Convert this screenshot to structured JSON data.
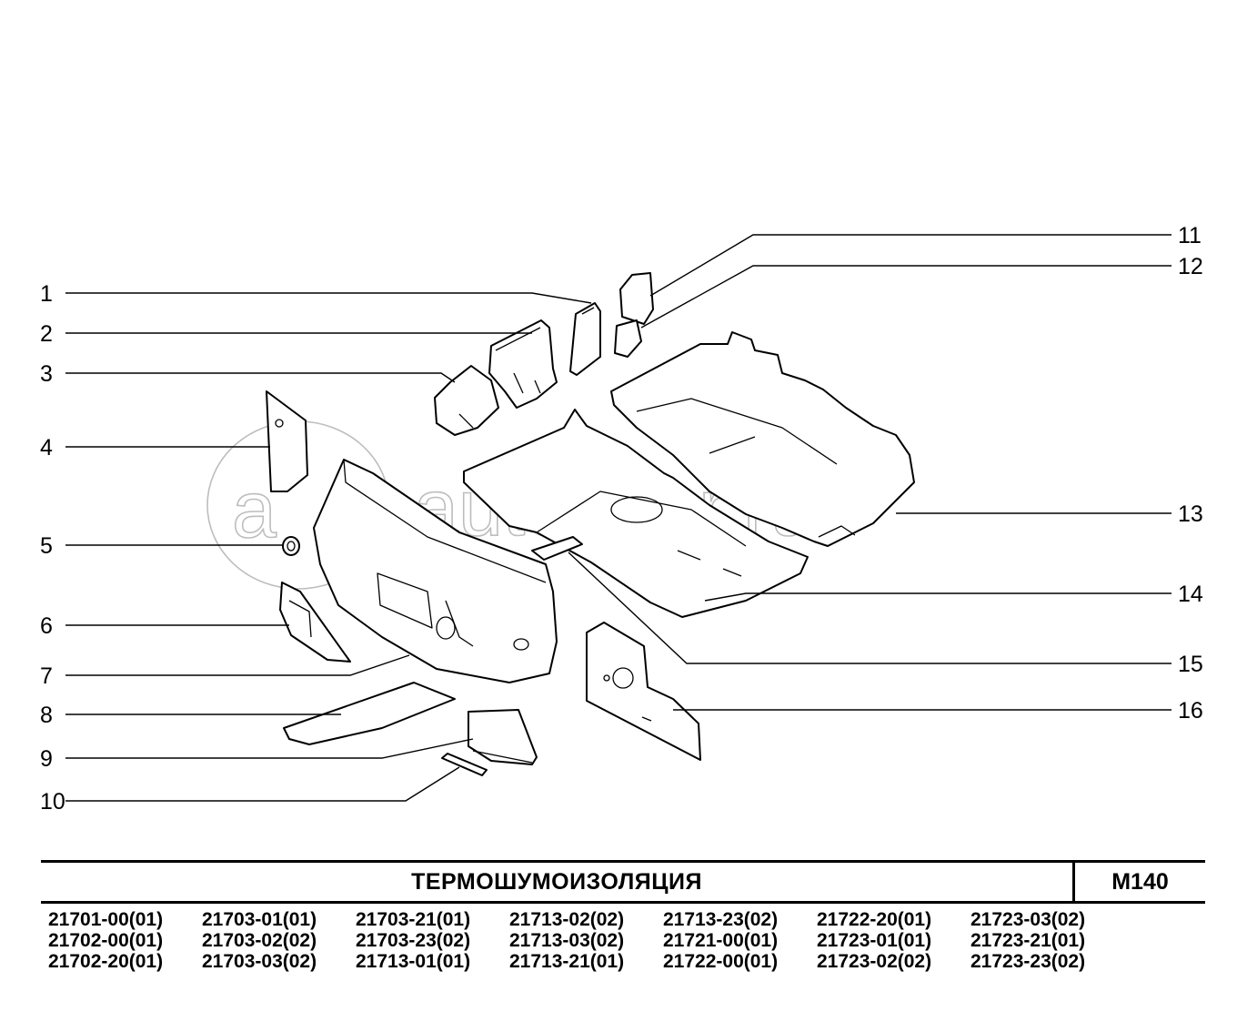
{
  "watermark": {
    "text": "autopiter.ru",
    "logo_letter": "a"
  },
  "callouts": [
    {
      "num": "1",
      "side": "left"
    },
    {
      "num": "2",
      "side": "left"
    },
    {
      "num": "3",
      "side": "left"
    },
    {
      "num": "4",
      "side": "left"
    },
    {
      "num": "5",
      "side": "left"
    },
    {
      "num": "6",
      "side": "left"
    },
    {
      "num": "7",
      "side": "left"
    },
    {
      "num": "8",
      "side": "left"
    },
    {
      "num": "9",
      "side": "left"
    },
    {
      "num": "10",
      "side": "left"
    },
    {
      "num": "11",
      "side": "right"
    },
    {
      "num": "12",
      "side": "right"
    },
    {
      "num": "13",
      "side": "right"
    },
    {
      "num": "14",
      "side": "right"
    },
    {
      "num": "15",
      "side": "right"
    },
    {
      "num": "16",
      "side": "right"
    }
  ],
  "title_block": {
    "title": "ТЕРМОШУМОИЗОЛЯЦИЯ",
    "code": "M140",
    "models": [
      "21701-00(01)",
      "21703-01(01)",
      "21703-21(01)",
      "21713-02(02)",
      "21713-23(02)",
      "21722-20(01)",
      "21723-03(02)",
      "21702-00(01)",
      "21703-02(02)",
      "21703-23(02)",
      "21713-03(02)",
      "21721-00(01)",
      "21723-01(01)",
      "21723-21(01)",
      "21702-20(01)",
      "21703-03(02)",
      "21713-01(01)",
      "21713-21(01)",
      "21722-00(01)",
      "21723-02(02)",
      "21723-23(02)"
    ]
  }
}
